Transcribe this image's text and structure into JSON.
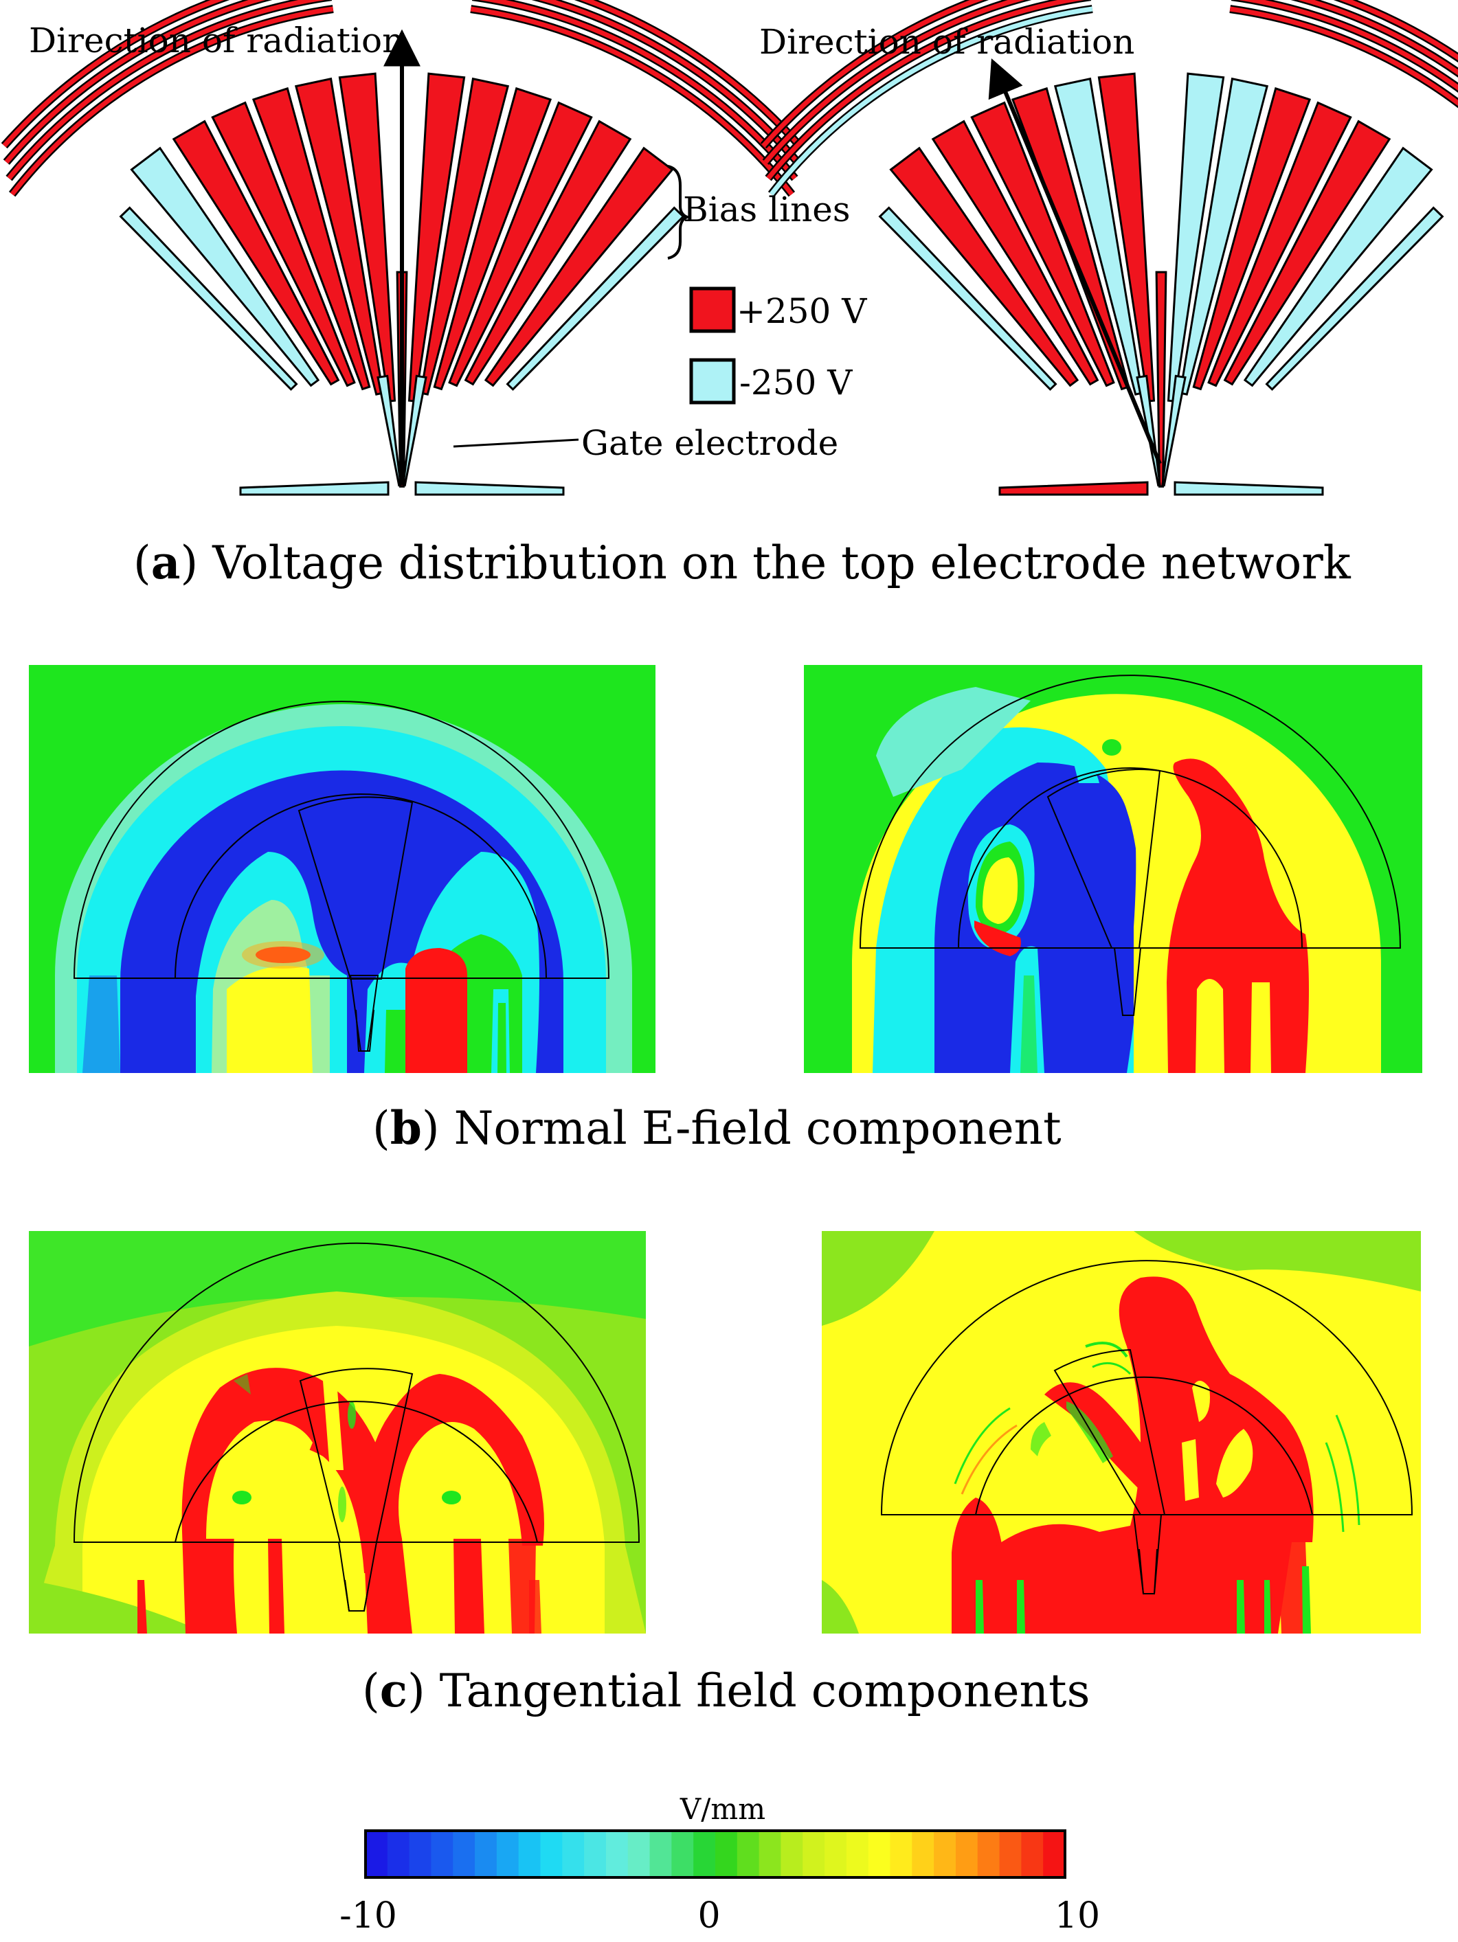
{
  "panel_a": {
    "left_direction_label": "Direction of radiation",
    "right_direction_label": "Direction of radiation",
    "bias_lines_label": "Bias lines",
    "legend": [
      {
        "label": "+250 V",
        "color": "#f0141e"
      },
      {
        "label": "-250 V",
        "color": "#aef2f6"
      }
    ],
    "gate_label": "Gate electrode",
    "caption_letter": "a",
    "caption_text": " Voltage distribution on the top electrode network"
  },
  "panel_b": {
    "caption_letter": "b",
    "caption_text": " Normal E-field component"
  },
  "panel_c": {
    "caption_letter": "c",
    "caption_text": " Tangential field components"
  },
  "colorbar": {
    "unit": "V/mm",
    "min_label": "-10",
    "mid_label": "0",
    "max_label": "10",
    "range": [
      -10,
      10
    ]
  },
  "colors": {
    "positive": "#f0141e",
    "negative": "#aef2f6",
    "field_blue": "#1a2ae6",
    "field_cyan": "#19f0f0",
    "field_green": "#1ee61e",
    "field_yellow": "#ffff1e",
    "field_red": "#ff1414"
  }
}
